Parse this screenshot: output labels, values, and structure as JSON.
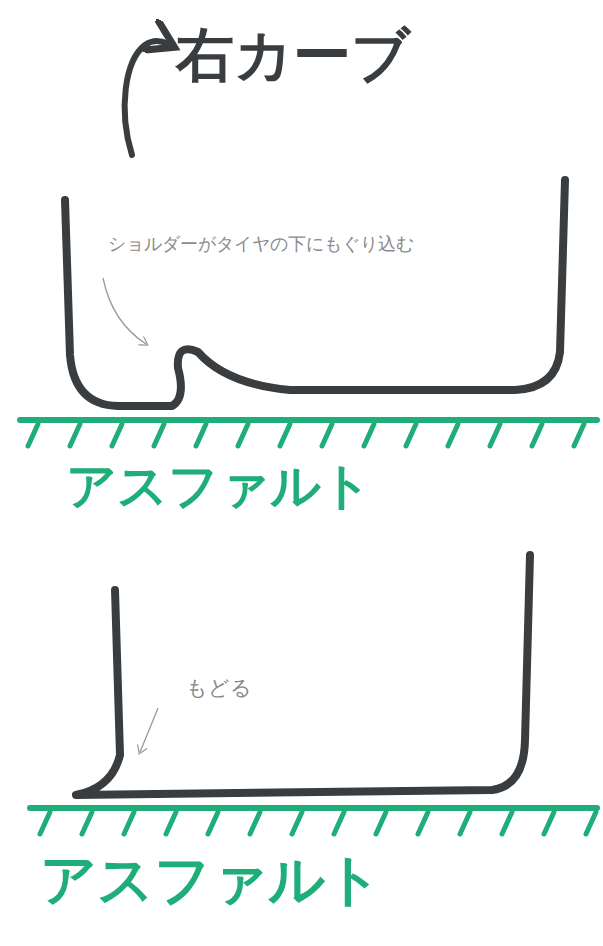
{
  "diagram": {
    "labels": [
      "右カーブ",
      "ショルダーがタイヤの下にもぐり込む",
      "アスファルト",
      "もどる",
      "アスファルト"
    ]
  }
}
